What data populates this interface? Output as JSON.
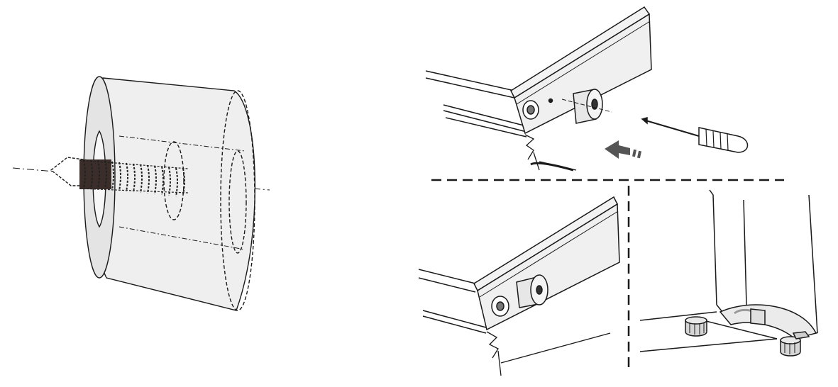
{
  "figure": {
    "caption": "",
    "panels": [
      {
        "id": "spacer-cutaway",
        "label": ""
      },
      {
        "id": "insert-spacer",
        "label": ""
      },
      {
        "id": "spacer-installed",
        "label": ""
      },
      {
        "id": "leveling-feet",
        "label": ""
      }
    ]
  },
  "colors": {
    "line": "#1a1a1a",
    "fill_light": "#f1f1f1",
    "fill_mid": "#e2e2e2",
    "fill_dark": "#3a2d2a",
    "arrow": "#555555"
  }
}
